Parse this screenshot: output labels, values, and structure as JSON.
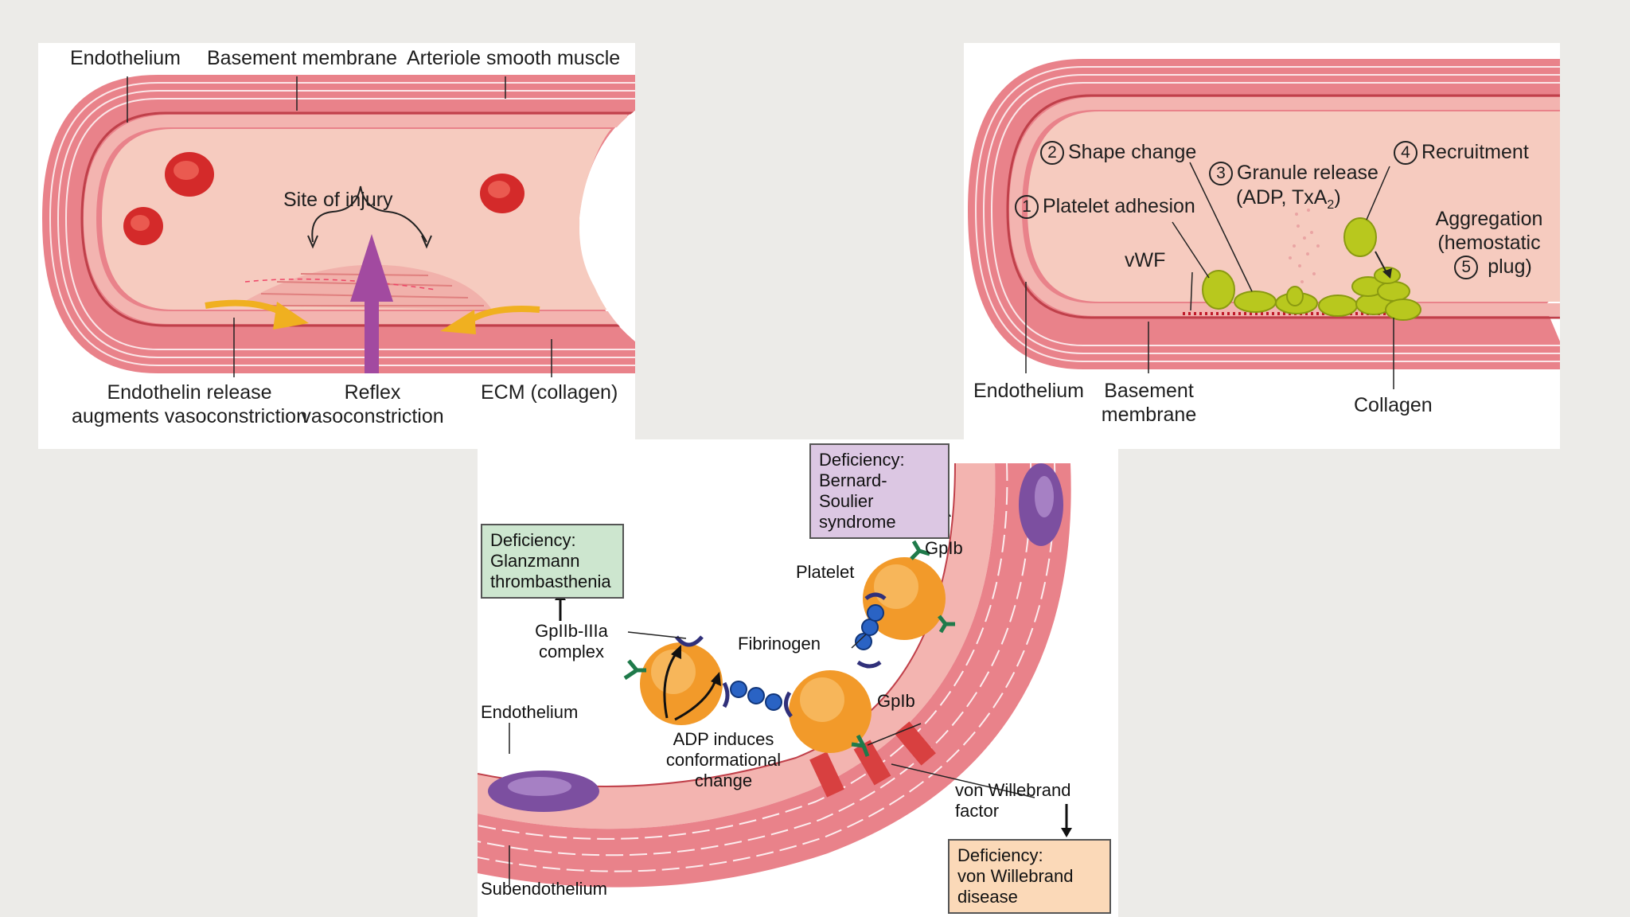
{
  "panel_a": {
    "endothelium": "Endothelium",
    "basement_membrane": "Basement membrane",
    "arteriole_smooth_muscle": "Arteriole smooth muscle",
    "site_of_injury": "Site of injury",
    "endothelin_line1": "Endothelin release",
    "endothelin_line2": "augments vasoconstriction",
    "reflex_line1": "Reflex",
    "reflex_line2": "vasoconstriction",
    "ecm": "ECM (collagen)"
  },
  "panel_b": {
    "step1_num": "1",
    "step1": "Platelet adhesion",
    "step2_num": "2",
    "step2": "Shape change",
    "step3_num": "3",
    "step3_line1": "Granule release",
    "step3_line2": "(ADP, TxA",
    "step3_sub": "2",
    "step3_close": ")",
    "step4_num": "4",
    "step4": "Recruitment",
    "step5_num": "5",
    "aggregation_line1": "Aggregation",
    "aggregation_line2": "(hemostatic",
    "aggregation_line3": "plug)",
    "vwf": "vWF",
    "endothelium": "Endothelium",
    "basement_line1": "Basement",
    "basement_line2": "membrane",
    "collagen": "Collagen"
  },
  "panel_c": {
    "bernard_soulier": "Deficiency:\nBernard-Soulier\nsyndrome",
    "glanzmann": "Deficiency:\nGlanzmann\nthrombasthenia",
    "von_willebrand_disease": "Deficiency:\nvon Willebrand\ndisease",
    "gpib_top": "GpIb",
    "platelet": "Platelet",
    "gpiib_iiia": "GpIIb-IIIa\ncomplex",
    "fibrinogen": "Fibrinogen",
    "gpib_mid": "GpIb",
    "endothelium": "Endothelium",
    "adp_induces": "ADP induces\nconformational\nchange",
    "von_willebrand_factor": "von Willebrand\nfactor",
    "subendothelium": "Subendothelium"
  },
  "colors": {
    "vessel_wall": "#e9828a",
    "lumen": "#f6cbbf",
    "rbc": "#d42a2a",
    "platelet_green": "#b8c81e",
    "platelet_orange": "#f29a2a",
    "glanzmann_box": "#cde6cf",
    "bernard_box": "#dcc7e3",
    "vwd_box": "#fbd9b8",
    "reflex_arrow": "#a24aa0",
    "endothelin_arrow": "#f0b020"
  }
}
